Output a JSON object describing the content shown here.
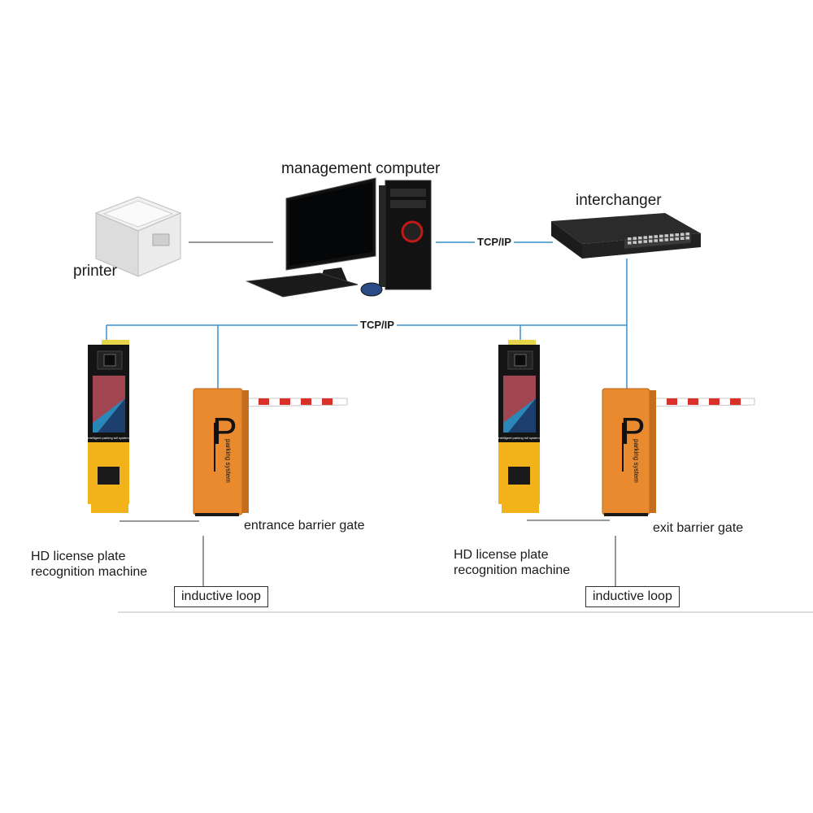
{
  "labels": {
    "management_computer": "management computer",
    "interchanger": "interchanger",
    "printer": "printer",
    "tcpip_top": "TCP/IP",
    "tcpip_bus": "TCP/IP",
    "entrance_gate": "entrance barrier gate",
    "exit_gate": "exit barrier gate",
    "lpr_left_line1": "HD license plate",
    "lpr_left_line2": "recognition machine",
    "lpr_right_line1": "HD license plate",
    "lpr_right_line2": "recognition machine",
    "loop_left": "inductive loop",
    "loop_right": "inductive loop"
  },
  "device_text": {
    "lpr_panel_left": "Intelligent parking toll system",
    "lpr_panel_right": "Intelligent parking toll system",
    "gate_left": "parking system",
    "gate_right": "parking system",
    "gate_logo_left": "P",
    "gate_logo_right": "P"
  },
  "colors": {
    "network_line": "#3a8fd0",
    "wire": "#333333",
    "gate_orange": "#e98a2e",
    "lpr_yellow": "#f2b31a",
    "boom_red": "#d8302a"
  }
}
